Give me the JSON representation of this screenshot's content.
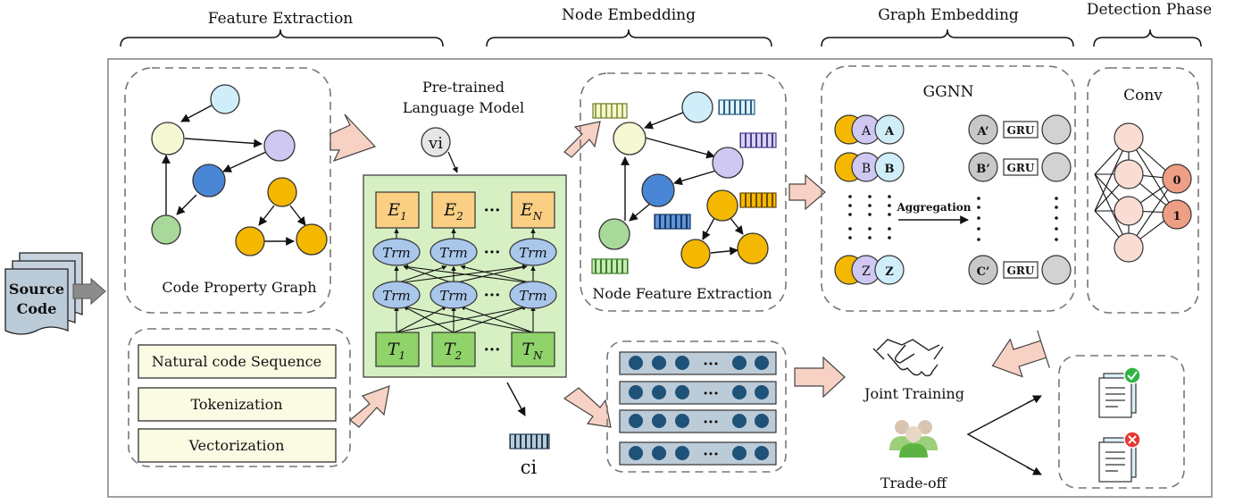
{
  "headers": {
    "feature_extraction": "Feature Extraction",
    "node_embedding": "Node Embedding",
    "graph_embedding": "Graph Embedding",
    "detection_phase": "Detection Phase"
  },
  "source_code": {
    "line1": "Source",
    "line2": "Code"
  },
  "cpg": {
    "label": "Code Property Graph"
  },
  "plm": {
    "line1": "Pre-trained",
    "line2": "Language Model",
    "input": "vi"
  },
  "transformer": {
    "e_labels": [
      "E",
      "E",
      "E"
    ],
    "e_subs": [
      "1",
      "2",
      "N"
    ],
    "t_labels": [
      "T",
      "T",
      "T"
    ],
    "t_subs": [
      "1",
      "2",
      "N"
    ],
    "trm": "Trm",
    "ellipsis": "···"
  },
  "preprocess": {
    "items": [
      "Natural code Sequence",
      "Tokenization",
      "Vectorization"
    ]
  },
  "node_feature": {
    "label": "Node Feature Extraction"
  },
  "ci": {
    "label": "ci"
  },
  "ggnn": {
    "title": "GGNN",
    "rows": [
      {
        "a": "A",
        "b": "A",
        "out": "A’"
      },
      {
        "a": "B",
        "b": "B",
        "out": "B’"
      },
      {
        "a": "Z",
        "b": "Z",
        "out": "C’"
      }
    ],
    "gru": "GRU",
    "aggregation": "Aggregation"
  },
  "conv": {
    "title": "Conv",
    "outputs": [
      "0",
      "1"
    ]
  },
  "joint": {
    "label": "Joint Training"
  },
  "tradeoff": {
    "label": "Trade-off"
  },
  "colors": {
    "yellow_node": "#f6f7d3",
    "blue_node": "#4a86d6",
    "lavender_node": "#cfc8f2",
    "lightblue_node": "#cfeefa",
    "green_node": "#a9d99a",
    "orange_node": "#f5b800",
    "plm_bg": "#d6f0c4",
    "e_box": "#fbcf83",
    "t_box": "#8fd36a",
    "trm": "#a9c6eb",
    "arrow_fill": "#f7d2c4",
    "conv_node": "#f9dcd3",
    "conv_out": "#ee9e84",
    "seq_dot": "#1f5278",
    "box_fill": "#fbfbe4"
  }
}
